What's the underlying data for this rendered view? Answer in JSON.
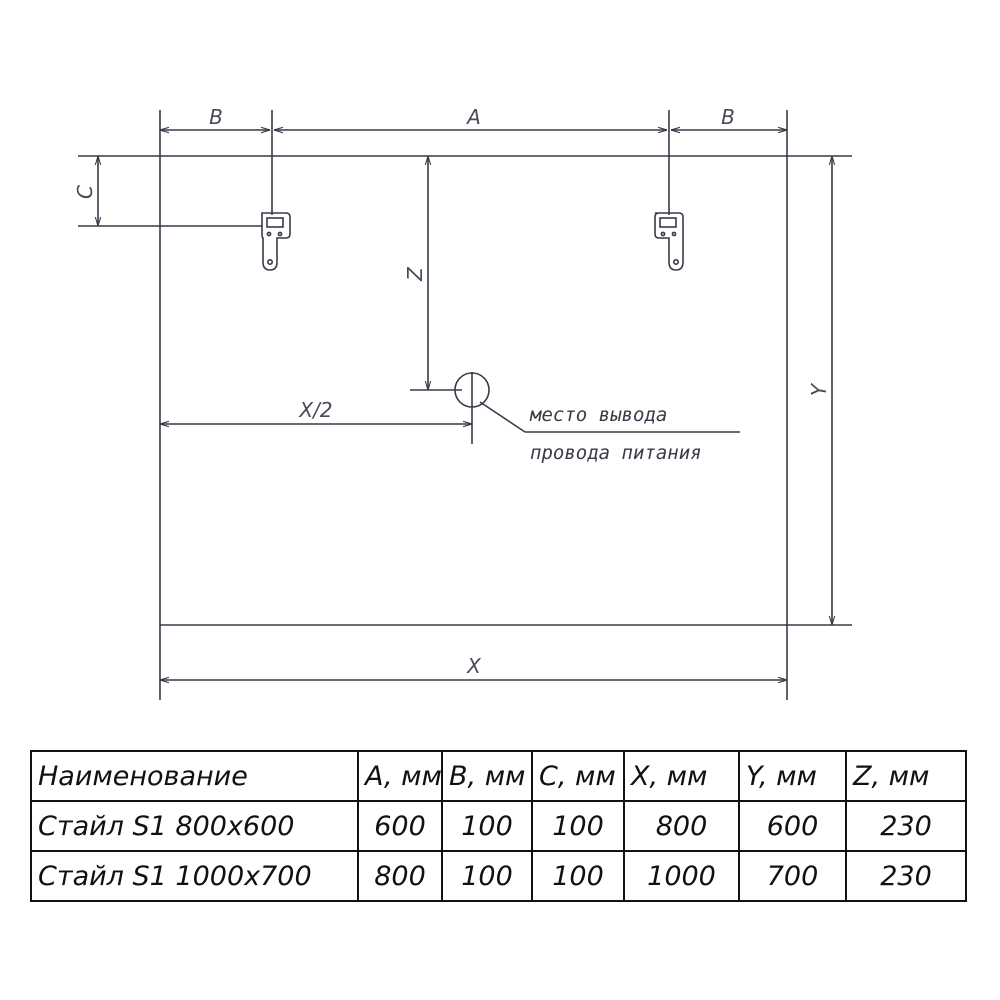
{
  "drawing": {
    "labels": {
      "b_left": "B",
      "a": "A",
      "b_right": "B",
      "c": "C",
      "z": "Z",
      "y": "Y",
      "x_half": "X/2",
      "x": "X"
    },
    "note": {
      "line1": "место вывода",
      "line2": "провода питания"
    }
  },
  "table": {
    "headers": [
      "Наименование",
      "A, мм",
      "B, мм",
      "C, мм",
      "X, мм",
      "Y, мм",
      "Z, мм"
    ],
    "rows": [
      [
        "Стайл S1 800x600",
        "600",
        "100",
        "100",
        "800",
        "600",
        "230"
      ],
      [
        "Стайл S1 1000x700",
        "800",
        "100",
        "100",
        "1000",
        "700",
        "230"
      ]
    ]
  }
}
